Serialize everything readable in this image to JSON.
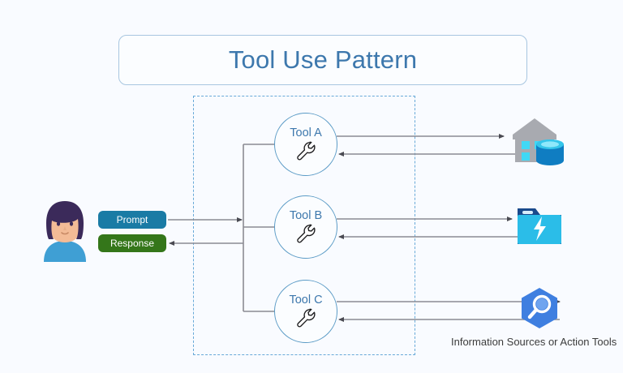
{
  "diagram": {
    "title": "Tool Use Pattern",
    "background_color": "#f9fbff",
    "title_color": "#3d78ad",
    "boundary_color": "#68a9d8"
  },
  "user": {
    "avatar_name": "user-avatar",
    "prompt_label": "Prompt",
    "response_label": "Response",
    "prompt_color": "#1a7ba5",
    "response_color": "#34761a"
  },
  "tools": [
    {
      "label": "Tool A",
      "icon": "wrench-icon"
    },
    {
      "label": "Tool B",
      "icon": "wrench-icon"
    },
    {
      "label": "Tool C",
      "icon": "wrench-icon"
    }
  ],
  "resources": {
    "caption": "Information Sources or Action Tools",
    "items": [
      {
        "icon": "data-warehouse-icon",
        "color": "#0f7dc2"
      },
      {
        "icon": "function-app-icon",
        "color": "#2bbde8"
      },
      {
        "icon": "search-service-icon",
        "color": "#3f7fe0"
      }
    ]
  }
}
